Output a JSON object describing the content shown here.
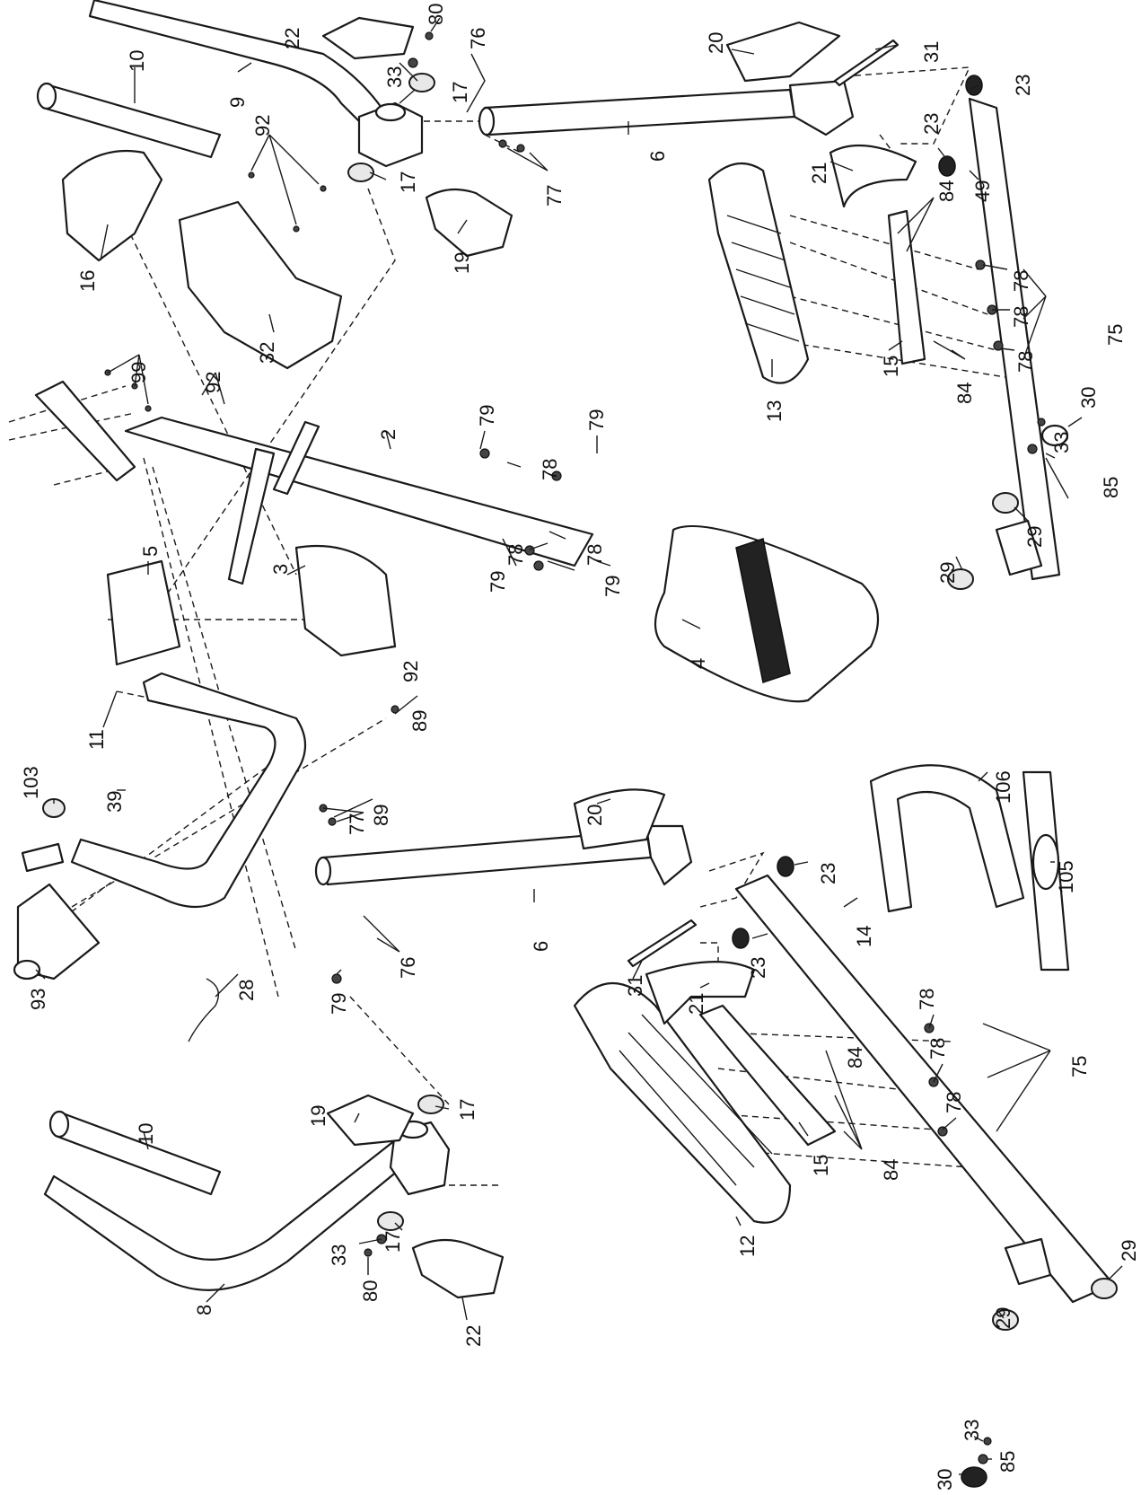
{
  "callouts": {
    "c10a": "10",
    "c9": "9",
    "c22a": "22",
    "c80a": "80",
    "c76a": "76",
    "c33a": "33",
    "c17a": "17",
    "c17b": "17",
    "c20a": "20",
    "c31a": "31",
    "c23a": "23",
    "c23b": "23",
    "c6a": "6",
    "c77a": "77",
    "c16": "16",
    "c92a": "92",
    "c19a": "19",
    "c21a": "21",
    "c84a": "84",
    "c49": "49",
    "c99": "99",
    "c92b": "92",
    "c32": "32",
    "c78a": "78",
    "c78b": "78",
    "c75a": "75",
    "c78c": "78",
    "c15a": "15",
    "c13": "13",
    "c84b": "84",
    "c2": "2",
    "c79a": "79",
    "c79b": "79",
    "c78d": "78",
    "c30a": "30",
    "c33b": "33",
    "c85a": "85",
    "c5": "5",
    "c3": "3",
    "c79c": "79",
    "c78e": "78",
    "c78f": "78",
    "c79d": "79",
    "c29a": "29",
    "c29b": "29",
    "c92c": "92",
    "c4": "4",
    "c11": "11",
    "c103": "103",
    "c39": "39",
    "c89a": "89",
    "c89b": "89",
    "c20b": "20",
    "c77b": "77",
    "c106": "106",
    "c23c": "23",
    "c6b": "6",
    "c14": "14",
    "c105": "105",
    "c31b": "31",
    "c23d": "23",
    "c76b": "76",
    "c93": "93",
    "c79e": "79",
    "c28": "28",
    "c21b": "21",
    "c78g": "78",
    "c78h": "78",
    "c84c": "84",
    "c75b": "75",
    "c78i": "78",
    "c10b": "10",
    "c19b": "19",
    "c17c": "17",
    "c15b": "15",
    "c84d": "84",
    "c12": "12",
    "c33c": "33",
    "c17d": "17",
    "c80b": "80",
    "c29c": "29",
    "c8": "8",
    "c22b": "22",
    "c29d": "29",
    "c33d": "33",
    "c85b": "85",
    "c30b": "30"
  }
}
